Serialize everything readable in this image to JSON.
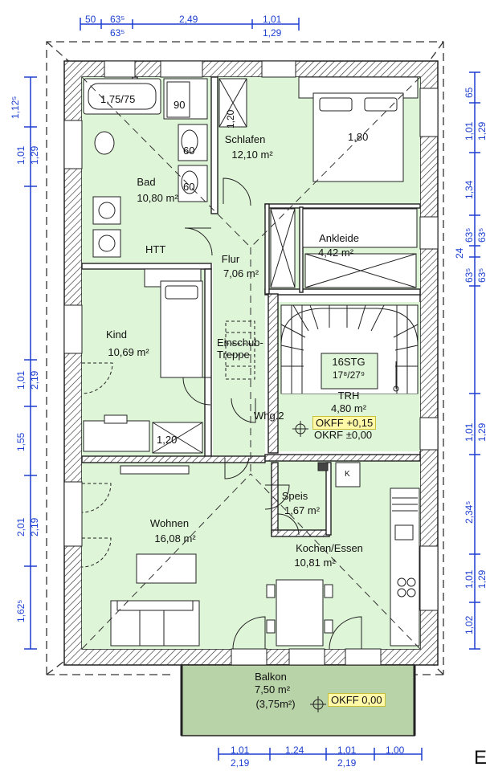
{
  "rooms": {
    "bad": {
      "name": "Bad",
      "area": "10,80 m²"
    },
    "schlafen": {
      "name": "Schlafen",
      "area": "12,10 m²"
    },
    "ankleide": {
      "name": "Ankleide",
      "area": "4,42 m²"
    },
    "flur": {
      "name": "Flur",
      "area": "7,06 m²"
    },
    "kind": {
      "name": "Kind",
      "area": "10,69 m²"
    },
    "trh": {
      "name": "TRH",
      "area": "4,80 m²"
    },
    "wohnen": {
      "name": "Wohnen",
      "area": "16,08 m²"
    },
    "speis": {
      "name": "Speis",
      "area": "1,67 m²"
    },
    "kochen": {
      "name": "Kochen/Essen",
      "area": "10,81 m²"
    },
    "balkon": {
      "name": "Balkon",
      "area": "7,50 m²",
      "half_area": "(3,75m²)"
    }
  },
  "fixtures": {
    "bathtub": "1,75/75",
    "shower": "90",
    "basin1": "60",
    "basin2": "60",
    "htt": "HTT",
    "shower2": "1,20",
    "bed_double": "1,80",
    "kind_desk": "1,20",
    "einschub": "Einschub-Treppe",
    "stair_count": "16STG",
    "stair_ratio": "17⁸/27⁹",
    "whg": "Whg.2",
    "kitchen_k": "K"
  },
  "levels": {
    "okff_trh": "OKFF +0,15",
    "okrf_trh": "OKRF ±0,00",
    "okff_balkon": "OKFF 0,00"
  },
  "dimensions": {
    "top": [
      "50",
      "63⁵",
      "63⁵",
      "2,49",
      "1,01",
      "1,29"
    ],
    "left": [
      "1,12⁵",
      "1,01",
      "1,29",
      "1,01",
      "2,19",
      "1,55",
      "2,01",
      "2,19",
      "1,62⁵"
    ],
    "right": [
      "65",
      "1,01",
      "1,29",
      "1,34",
      "63⁵",
      "63⁵",
      "24",
      "63⁵",
      "63⁵",
      "1,01",
      "1,29",
      "2,34⁵",
      "1,01",
      "1,29",
      "1,02"
    ],
    "bottom": [
      "1,01",
      "2,19",
      "1,24",
      "1,01",
      "2,19",
      "1,00"
    ]
  },
  "edge_text": "E",
  "colors": {
    "room_fill": "#dff5d8",
    "balcony_fill": "#b9d3a8",
    "dimension": "#1d3fd1",
    "wall": "#222222",
    "badge": "#fff9a8"
  }
}
